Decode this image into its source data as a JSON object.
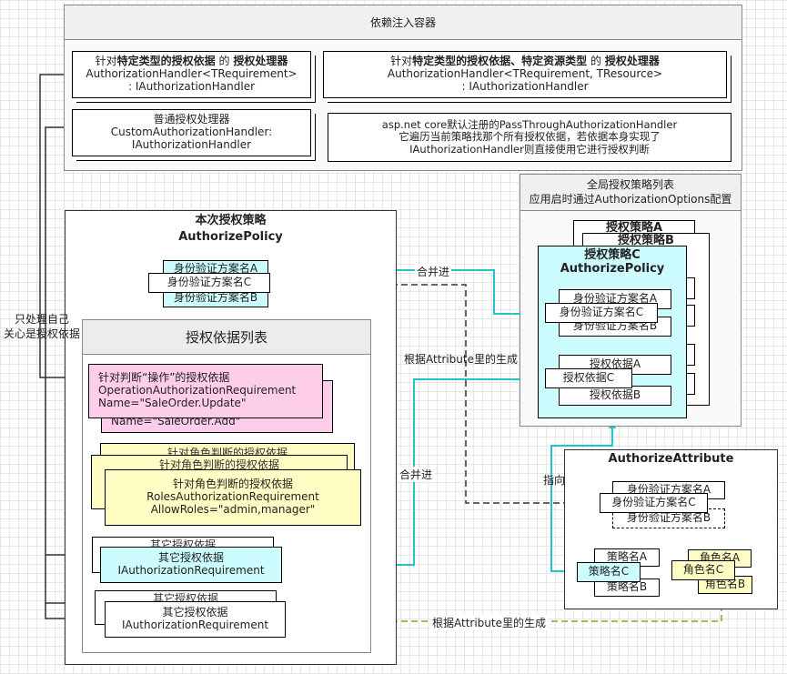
{
  "di_container": {
    "title": "依赖注入容器",
    "handler_typed": {
      "line1_pre": "针对",
      "line1_bold": "特定类型的授权依据",
      "line1_mid": " 的 ",
      "line1_end": "授权处理器",
      "line2": "AuthorizationHandler<TRequirement>",
      "line3": ": IAuthorizationHandler"
    },
    "handler_resource": {
      "line1_pre": "针对",
      "line1_bold": "特定类型的授权依据、特定资源类型",
      "line1_mid": " 的 ",
      "line1_end": "授权处理器",
      "line2": "AuthorizationHandler<TRequirement, TResource>",
      "line3": ": IAuthorizationHandler"
    },
    "handler_custom": {
      "line1": "普通授权处理器",
      "line2": "CustomAuthorizationHandler:",
      "line3": "IAuthorizationHandler"
    },
    "passthrough": {
      "line1": "asp.net core默认注册的PassThroughAuthorizationHandler",
      "line2": "它遍历当前策略找那个所有授权依据，若依据本身实现了",
      "line3": "IAuthorizationHandler则直接使用它进行授权判断"
    }
  },
  "global_policies": {
    "title_line1": "全局授权策略列表",
    "title_line2": "应用启时通过AuthorizationOptions配置",
    "policy_a": "授权策略A",
    "policy_b": "授权策略B",
    "policy_c_line1": "授权策略C",
    "policy_c_line2": "AuthorizePolicy",
    "scheme_a": "身份验证方案名A",
    "scheme_c": "身份验证方案名C",
    "scheme_b": "身份验证方案名B",
    "req_a": "授权依据A",
    "req_c": "授权依据C",
    "req_b": "授权依据B"
  },
  "current_policy": {
    "title_line1": "本次授权策略",
    "title_line2": "AuthorizePolicy",
    "scheme_a": "身份验证方案名A",
    "scheme_c": "身份验证方案名C",
    "scheme_b": "身份验证方案名B",
    "requirements_title": "授权依据列表",
    "op_req": {
      "line1": "针对判断“操作”的授权依据",
      "line2": "OperationAuthorizationRequirement",
      "line3": "Name=\"SaleOrder.Update\"",
      "back": "Name=\"SaleOrder.Add\""
    },
    "role_req_ghost": "针对角色判断的授权依据",
    "role_req": {
      "line1": "针对角色判断的授权依据",
      "line2": "RolesAuthorizationRequirement",
      "line3": "AllowRoles=\"admin,manager\""
    },
    "other_req_ghost": "其它授权依据",
    "other_req_1": {
      "line1": "其它授权依据",
      "line2": "IAuthorizationRequirement"
    },
    "other_req_2": {
      "line1": "其它授权依据",
      "line2": "IAuthorizationRequirement"
    }
  },
  "authorize_attribute": {
    "title": "AuthorizeAttribute",
    "scheme_a": "身份验证方案名A",
    "scheme_c": "身份验证方案名C",
    "scheme_b": "身份验证方案名B",
    "policy_a": "策略名A",
    "policy_c": "策略名C",
    "policy_b": "策略名B",
    "role_a": "角色名A",
    "role_c": "角色名C",
    "role_b": "角色名B"
  },
  "labels": {
    "merge1": "合并进",
    "merge2": "合并进",
    "generate1": "根据Attribute里的生成",
    "generate2": "根据Attribute里的生成",
    "points_to": "指向",
    "own_concern": "只处理自己\n关心是授权依据"
  },
  "colors": {
    "cyan": "#ccfcfe",
    "pink": "#fdcde9",
    "yellow": "#fffdc3",
    "teal_line": "#22c3c9",
    "olive_line": "#9a9a1a"
  }
}
